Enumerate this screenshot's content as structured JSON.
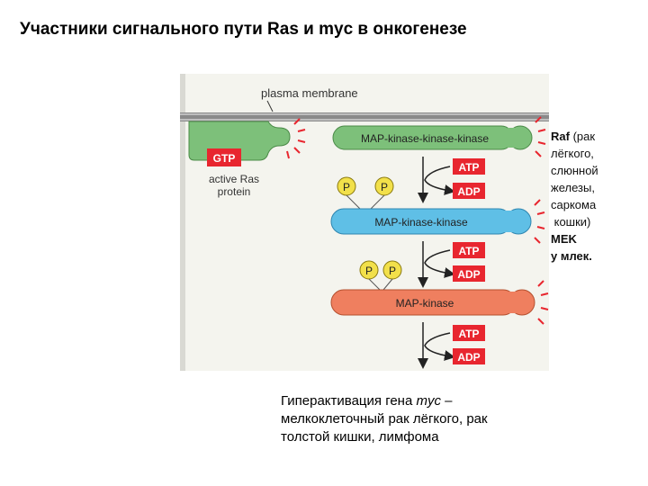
{
  "title": "Участники сигнального пути Ras и myc в онкогенезе",
  "diagram": {
    "membrane_label": "plasma membrane",
    "gtp_label": "GTP",
    "ras_label_line1": "active Ras",
    "ras_label_line2": "protein",
    "mapkkk_label": "MAP-kinase-kinase-kinase",
    "mapkk_label": "MAP-kinase-kinase",
    "mapk_label": "MAP-kinase",
    "atp_label": "ATP",
    "adp_label": "ADP",
    "p_label": "P",
    "colors": {
      "membrane": "#8a8a8a",
      "ras": "#7dc07a",
      "mapkkk": "#7dc07a",
      "mapkk": "#5fbfe6",
      "mapk": "#ef7f5f",
      "atp_box": "#e8262f",
      "phosphate": "#f2e04a",
      "burst": "#e8262f",
      "panel": "#f4f4ee"
    }
  },
  "side_note": {
    "raf": "Raf",
    "line1_rest": " (рак",
    "line2": "лёгкого,",
    "line3": "слюнной",
    "line4": "железы,",
    "line5": "саркома",
    "line6": " кошки)",
    "line7": "MEK",
    "line8": "у млек."
  },
  "bottom_note": {
    "prefix": "Гиперактивация гена ",
    "gene": "myc",
    "suffix": " –",
    "line2": "мелкоклеточный рак лёгкого, рак",
    "line3": "толстой кишки, лимфома"
  }
}
